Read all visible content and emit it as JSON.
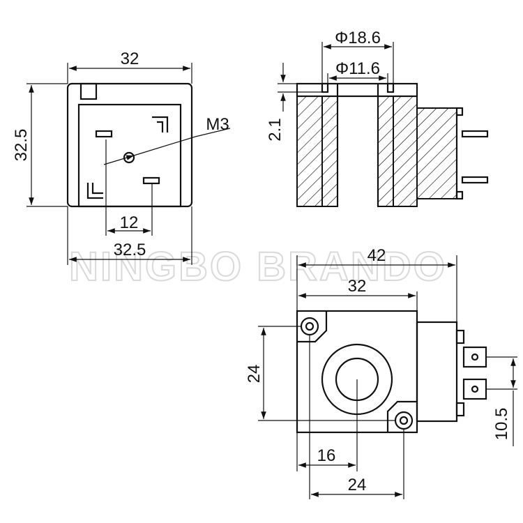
{
  "watermark": "NINGBO BRANDO",
  "colors": {
    "line": "#111111",
    "watermark": "#d9d9d9",
    "background": "#ffffff"
  },
  "front_view": {
    "width_top": "32",
    "height": "32.5",
    "thread": "M3",
    "pin_spacing": "12",
    "width_bottom": "32.5"
  },
  "section_view": {
    "outer_bore": "Φ18.6",
    "inner_bore": "Φ11.6",
    "flange": "2.1"
  },
  "top_view": {
    "overall_width": "42",
    "body_width": "32",
    "hole_spacing_v": "24",
    "center_offset": "16",
    "hole_spacing_h": "24",
    "terminal_spacing": "10.5"
  }
}
